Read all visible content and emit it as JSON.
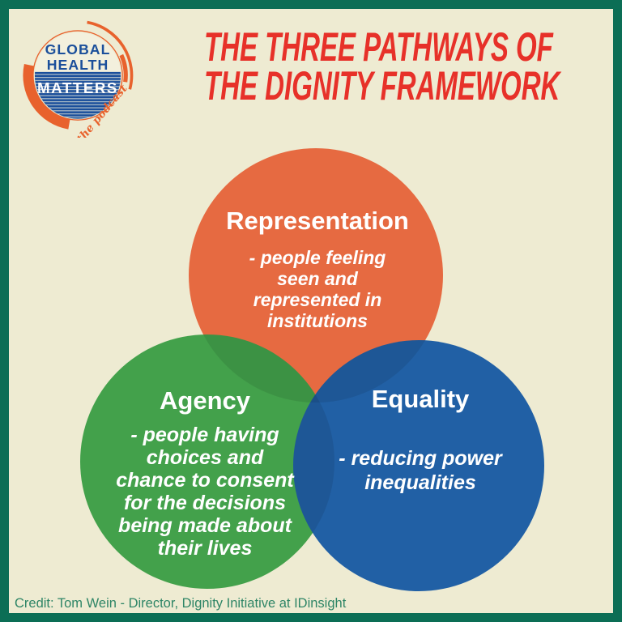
{
  "page": {
    "background": "#eeebd2",
    "border_color": "#0c6e55"
  },
  "logo": {
    "line1": "GLOBAL",
    "line2": "HEALTH",
    "line3": "MATTERS",
    "tagline": "the podcast",
    "blue": "#1b4f9b",
    "orange": "#e8622d"
  },
  "title": {
    "line1": "THE THREE PATHWAYS OF",
    "line2": "THE DIGNITY FRAMEWORK",
    "color": "#e73129"
  },
  "venn": {
    "circles": [
      {
        "name": "Representation",
        "color": "#e66a41",
        "desc_lines": [
          "- people feeling",
          "seen and",
          "represented in",
          "institutions"
        ]
      },
      {
        "name": "Agency",
        "color": "#43a14b",
        "desc_lines": [
          "- people having",
          "choices and",
          "chance to consent",
          "for the decisions",
          "being made about",
          "their lives"
        ]
      },
      {
        "name": "Equality",
        "color": "#2160a5",
        "desc_lines": [
          "- reducing power",
          "inequalities"
        ]
      }
    ]
  },
  "footer": {
    "credit": "Credit: Tom Wein - Director, Dignity Initiative at IDinsight",
    "color": "#2e8566"
  }
}
